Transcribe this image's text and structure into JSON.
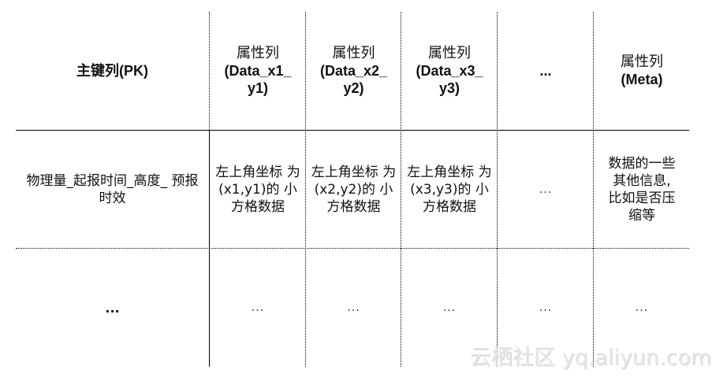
{
  "table": {
    "headers": [
      {
        "cn": "",
        "en": "主键列(PK)"
      },
      {
        "cn": "属性列",
        "en": "(Data_x1_ y1)"
      },
      {
        "cn": "属性列",
        "en": "(Data_x2_ y2)"
      },
      {
        "cn": "属性列",
        "en": "(Data_x3_ y3)"
      },
      {
        "cn": "",
        "en": "..."
      },
      {
        "cn": "属性列",
        "en": "(Meta)"
      }
    ],
    "rows": [
      {
        "cells": [
          "物理量_起报时间_高度_ 预报时效",
          "左上角坐标 为(x1,y1)的 小方格数据",
          "左上角坐标 为(x2,y2)的 小方格数据",
          "左上角坐标 为(x3,y3)的 小方格数据",
          "...",
          "数据的一些 其他信息, 比如是否压 缩等"
        ]
      },
      {
        "cells": [
          "...",
          "...",
          "...",
          "...",
          "...",
          "..."
        ]
      }
    ]
  },
  "watermark": "云栖社区 yq.aliyun.com"
}
